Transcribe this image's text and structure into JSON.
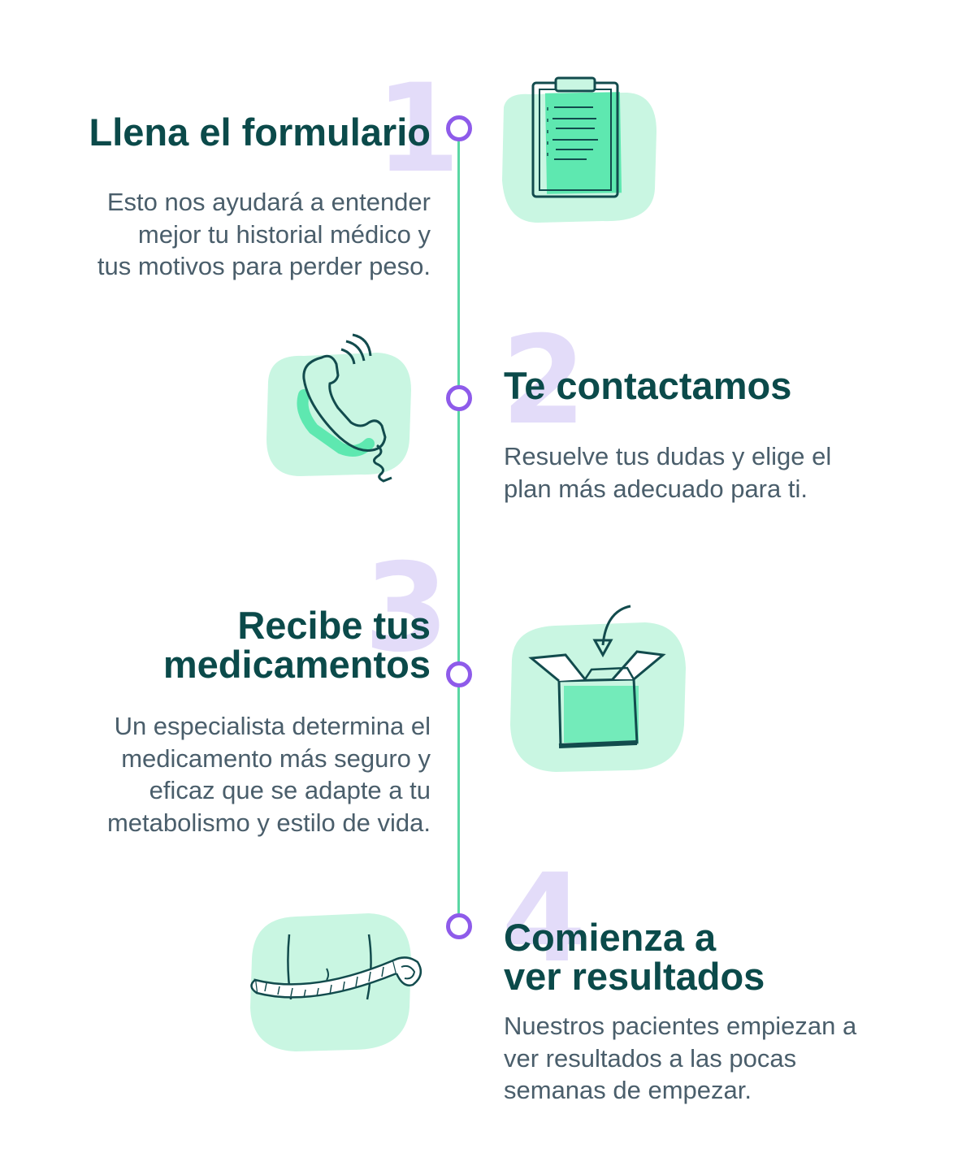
{
  "steps": [
    {
      "number": "1",
      "title": [
        "Llena el formulario"
      ],
      "description": [
        "Esto nos ayudará a entender",
        "mejor tu historial médico y",
        "tus motivos para perder peso."
      ],
      "icon": "clipboard-icon"
    },
    {
      "number": "2",
      "title": [
        "Te contactamos"
      ],
      "description": [
        "Resuelve tus dudas y elige el",
        "plan más adecuado para ti."
      ],
      "icon": "phone-icon"
    },
    {
      "number": "3",
      "title": [
        "Recibe tus",
        "medicamentos"
      ],
      "description": [
        "Un especialista determina el",
        "medicamento más seguro y",
        "eficaz que se adapte a tu",
        "metabolismo y estilo de vida."
      ],
      "icon": "open-box-icon"
    },
    {
      "number": "4",
      "title": [
        "Comienza a",
        "ver resultados"
      ],
      "description": [
        "Nuestros pacientes empiezan a",
        "ver resultados a las pocas",
        "semanas de empezar."
      ],
      "icon": "measuring-tape-icon"
    }
  ],
  "colors": {
    "title": "#0b4a4a",
    "body_text": "#4a5e6b",
    "timeline_line": "#5ad7a4",
    "timeline_dot": "#8e5bea",
    "step_number": "#e3dcf9",
    "illustration_blob": "#c9f6e2",
    "illustration_accent": "#5ee8b0",
    "illustration_stroke": "#124b4d"
  }
}
